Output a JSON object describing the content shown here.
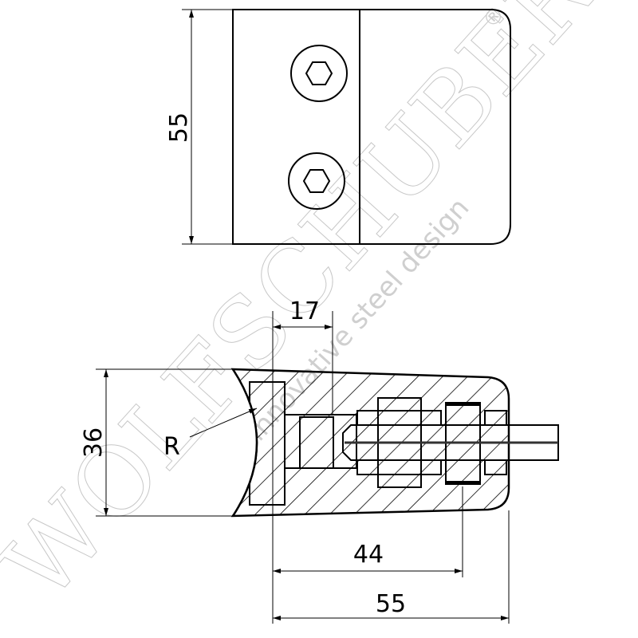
{
  "drawing": {
    "top_view": {
      "height_dim": "55"
    },
    "section_view": {
      "height_dim": "36",
      "depth_dim": "17",
      "inner_length_dim": "44",
      "total_length_dim": "55",
      "radius_label": "R"
    }
  },
  "watermark": {
    "brand": "WOLFSCHUBER",
    "tagline": "innovative steel design",
    "registered": "®"
  },
  "colors": {
    "line": "#000000",
    "watermark": "#c8c8c8"
  }
}
